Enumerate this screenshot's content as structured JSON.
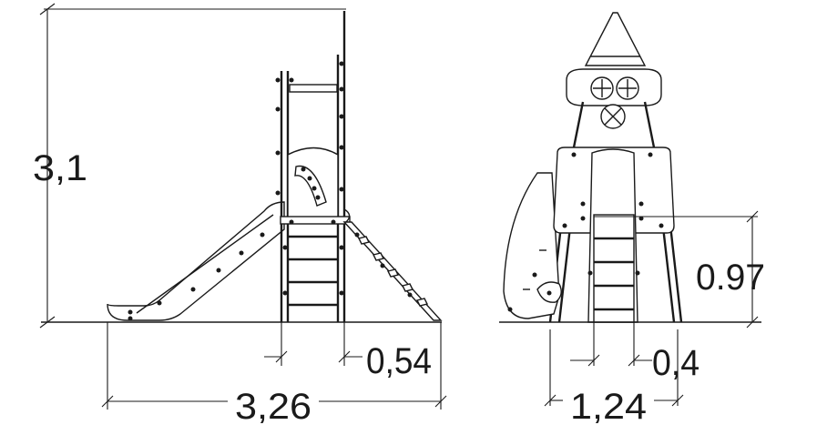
{
  "dimensions": {
    "height_left": "3,1",
    "width_left": "3,26",
    "ladder_left": "0,54",
    "height_right": "0.97",
    "ladder_right": "0,4",
    "width_right": "1,24"
  }
}
